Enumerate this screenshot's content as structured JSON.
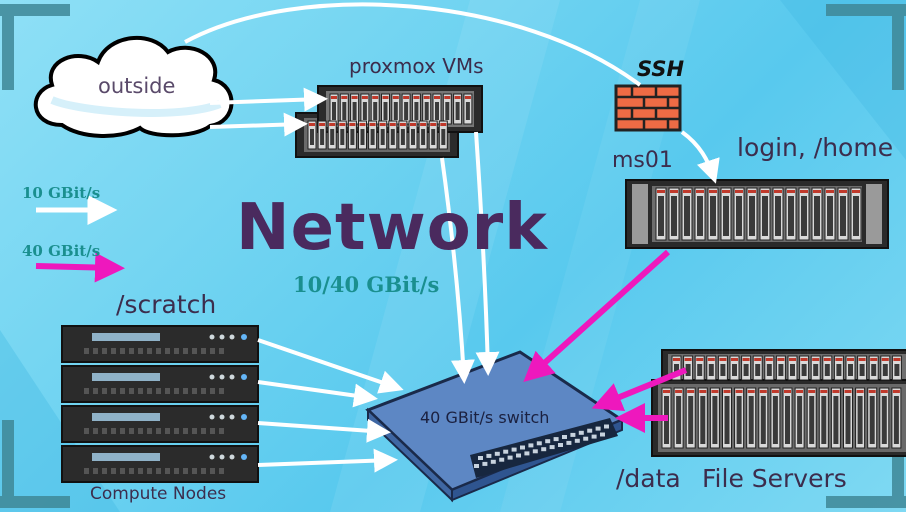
{
  "title": "Network",
  "subtitle": "10/40 GBit/s",
  "legend": {
    "speed_10": "10 GBit/s",
    "speed_40": "40 GBit/s",
    "color_10": "#ffffff",
    "color_40": "#ee18bd"
  },
  "nodes": {
    "outside": "outside",
    "proxmox": "proxmox VMs",
    "ssh": "SSH",
    "ms01": "ms01",
    "login": "login, /home",
    "scratch": "/scratch",
    "switch": "40 GBit/s switch",
    "data": "/data",
    "fileservers": "File Servers",
    "compute": "Compute Nodes"
  },
  "icons": [
    "cloud-icon",
    "server-rack-icon",
    "firewall-icon",
    "network-switch-icon",
    "compute-node-icon"
  ]
}
